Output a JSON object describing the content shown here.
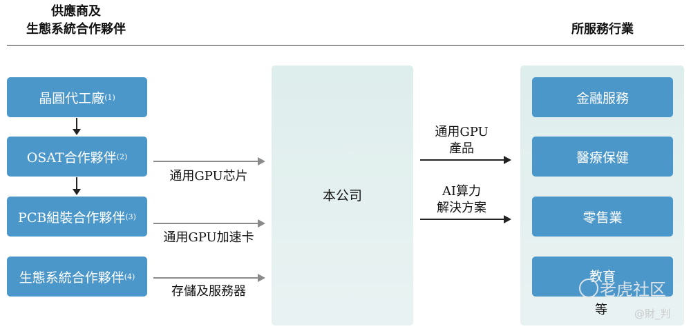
{
  "header": {
    "left_line1": "供應商及",
    "left_line2": "生態系統合作夥伴",
    "right": "所服務行業"
  },
  "suppliers": [
    {
      "label": "晶圓代工廠",
      "note": "(1)"
    },
    {
      "label": "OSAT合作夥伴",
      "note": "(2)"
    },
    {
      "label": "PCB組裝合作夥伴",
      "note": "(3)"
    },
    {
      "label": "生態系統合作夥伴",
      "note": "(4)"
    }
  ],
  "inflows": [
    "通用GPU芯片",
    "通用GPU加速卡",
    "存儲及服務器"
  ],
  "company": "本公司",
  "outflows": [
    {
      "line1": "通用GPU",
      "line2": "產品"
    },
    {
      "line1": "AI算力",
      "line2": "解決方案"
    }
  ],
  "industries": [
    "金融服務",
    "醫療保健",
    "零售業",
    "教育"
  ],
  "industries_more": "等",
  "watermark": {
    "brand": "老虎社区",
    "handle": "@財_判"
  },
  "colors": {
    "box": "#4b97c9",
    "panel": "#deeeec"
  }
}
